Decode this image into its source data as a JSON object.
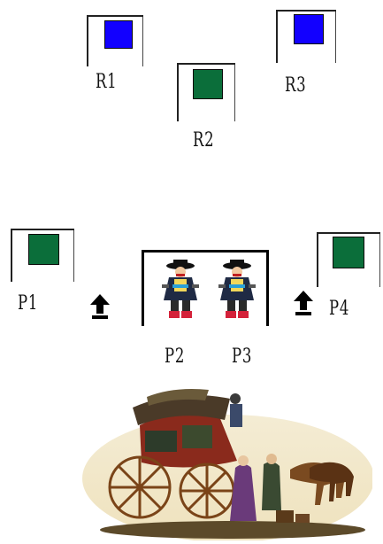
{
  "top_cards": [
    {
      "label": "R1",
      "color": "#1200ff"
    },
    {
      "label": "R2",
      "color": "#0b6e3a"
    },
    {
      "label": "R3",
      "color": "#1200ff"
    }
  ],
  "bottom_cards": [
    {
      "label": "P1",
      "color": "#0b6e3a"
    },
    {
      "label": "P4",
      "color": "#0b6e3a"
    }
  ],
  "center_labels": [
    "P2",
    "P3"
  ],
  "colors": {
    "blue": "#1200ff",
    "green": "#0b6e3a",
    "frame": "#111111"
  },
  "icons": [
    "move-arrow-icon",
    "move-arrow-icon",
    "bandit-figure-icon",
    "bandit-figure-icon",
    "stagecoach-image"
  ]
}
